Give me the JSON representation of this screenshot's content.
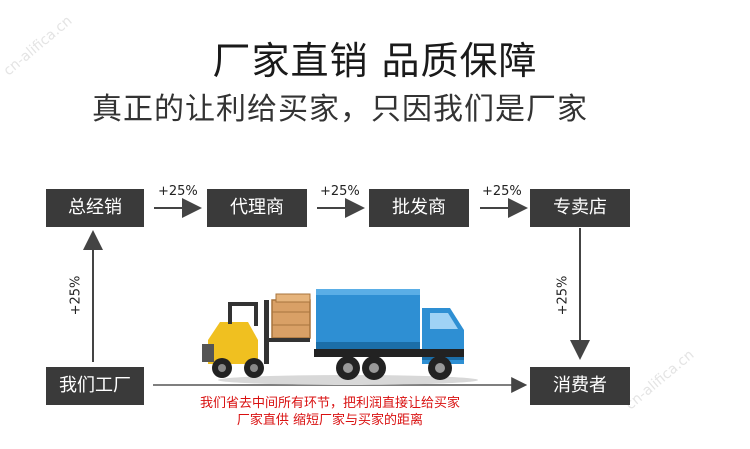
{
  "headline": "厂家直销  品质保障",
  "subline": "真正的让利给买家，只因我们是厂家",
  "nodes": {
    "general": "总经销",
    "agent": "代理商",
    "wholesaler": "批发商",
    "store": "专卖店",
    "factory": "我们工厂",
    "consumer": "消费者"
  },
  "markups": {
    "general_to_agent": "+25%",
    "agent_to_wholesaler": "+25%",
    "wholesaler_to_store": "+25%",
    "factory_to_general": "+25%",
    "store_to_consumer": "+25%"
  },
  "note": {
    "line1": "我们省去中间所有环节，把利润直接让给买家",
    "line2": "厂家直供 缩短厂家与买家的距离"
  },
  "watermarks": [
    "cn-alifica.cn",
    "cn-alifica.cn"
  ],
  "colors": {
    "node_bg": "#3a3a3a",
    "truck_blue": "#2e8fd3",
    "forklift_yellow": "#f0c020",
    "note_red": "#d91010"
  }
}
